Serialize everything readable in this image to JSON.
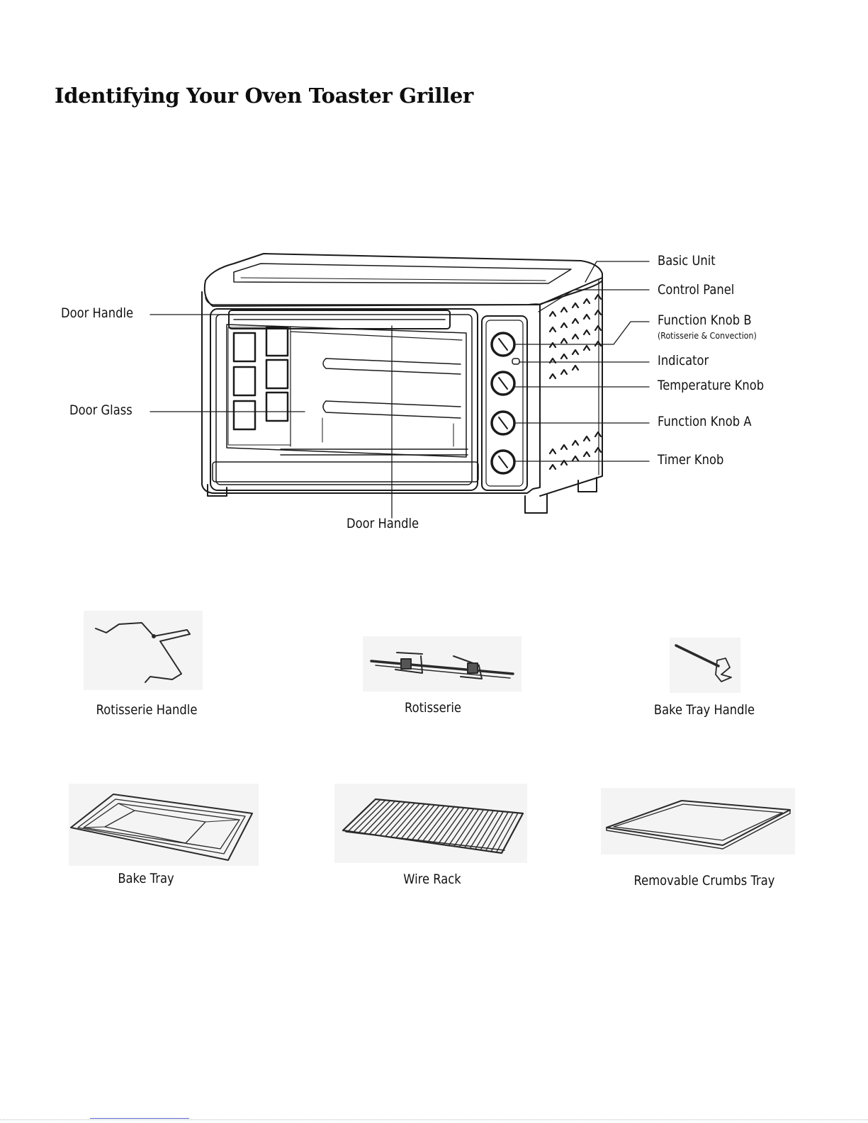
{
  "page": {
    "title": "Identifying Your Oven Toaster Griller"
  },
  "oven_labels": {
    "door_handle_top": "Door Handle",
    "door_glass": "Door Glass",
    "door_handle_bottom": "Door Handle",
    "basic_unit": "Basic Unit",
    "control_panel": "Control Panel",
    "function_knob_b": "Function Knob B",
    "function_knob_b_note": "(Rotisserie & Convection)",
    "indicator": "Indicator",
    "temperature_knob": "Temperature Knob",
    "function_knob_a": "Function Knob A",
    "timer_knob": "Timer Knob"
  },
  "accessories": {
    "rotisserie_handle": "Rotisserie Handle",
    "rotisserie": "Rotisserie",
    "bake_tray_handle": "Bake Tray Handle",
    "bake_tray": "Bake Tray",
    "wire_rack": "Wire Rack",
    "removable_crumbs_tray": "Removable Crumbs Tray"
  }
}
